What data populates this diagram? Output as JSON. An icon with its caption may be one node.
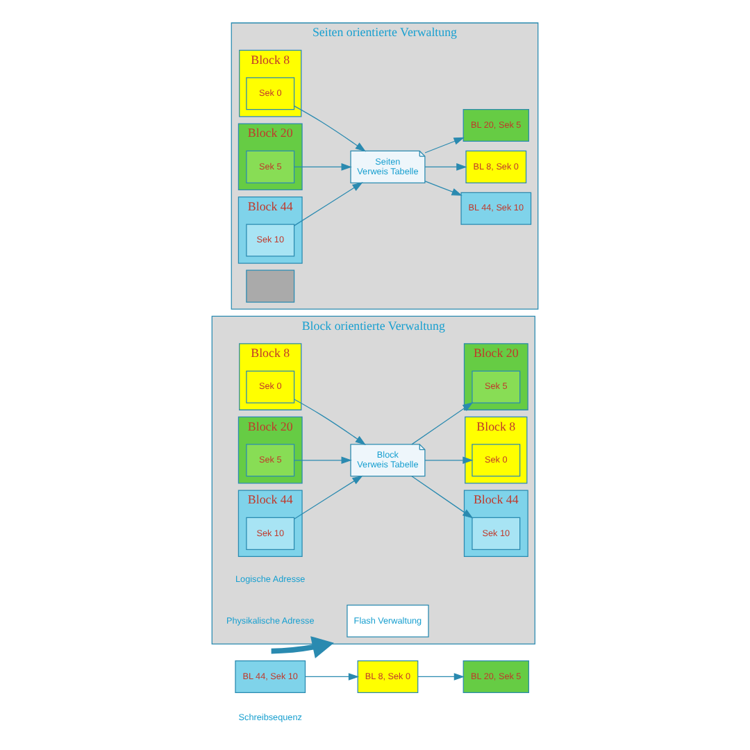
{
  "diagram": {
    "nodes": [
      {
        "text": [
          "BL 44, Sek 10"
        ]
      },
      {
        "text": [
          "BL 8, Sek 0"
        ]
      },
      {
        "text": [
          "BL 20, Sek 5"
        ]
      },
      {
        "text": [
          "Block orientierte Verwaltung"
        ]
      },
      {
        "text": [
          "Flash Verwaltung"
        ],
        "in": 3
      },
      {
        "text": [
          "Block 8"
        ],
        "in": 3
      },
      {
        "text": [
          "Sek 0"
        ],
        "in": 5
      },
      {
        "text": [
          "Block 20"
        ],
        "in": 3
      },
      {
        "text": [
          "Sek 5"
        ],
        "in": 7
      },
      {
        "text": [
          "Block 44"
        ],
        "in": 3
      },
      {
        "text": [
          "Sek 10"
        ],
        "in": 9
      },
      {
        "text": [
          "Block",
          "Verweis Tabelle"
        ],
        "in": 3
      },
      {
        "text": [
          "Block 44"
        ],
        "in": 3
      },
      {
        "text": [
          "Sek 10"
        ],
        "in": 12
      },
      {
        "text": [
          "Block 8"
        ],
        "in": 3
      },
      {
        "text": [
          "Sek 0"
        ],
        "in": 14
      },
      {
        "text": [
          "Block 20"
        ],
        "in": 3
      },
      {
        "text": [
          "Sek 5"
        ],
        "in": 16
      },
      {
        "text": [
          "Seiten orientierte Verwaltung"
        ]
      },
      {
        "text": [
          "Block 8"
        ],
        "in": 18
      },
      {
        "text": [
          "Sek 0"
        ],
        "in": 19
      },
      {
        "text": [
          "Block 20"
        ],
        "in": 18
      },
      {
        "text": [
          "Sek 5"
        ],
        "in": 21
      },
      {
        "text": [
          "Block 44"
        ],
        "in": 18
      },
      {
        "text": [
          "Sek 10"
        ],
        "in": 23
      },
      {
        "text": [
          "Seiten",
          "Verweis Tabelle"
        ],
        "in": 18
      },
      {
        "text": [
          "BL 44, Sek 10"
        ],
        "in": 18
      },
      {
        "text": [
          "BL 8, Sek 0"
        ],
        "in": 18
      },
      {
        "text": [
          "BL 20, Sek 5"
        ],
        "in": 18
      },
      {
        "text": [],
        "shape": "box",
        "in": 18
      }
    ],
    "edges": [
      {
        "from": 0,
        "to": 1,
        "arrow": "to"
      },
      {
        "from": 1,
        "to": 2,
        "arrow": "to"
      },
      {
        "from": null,
        "to": 3,
        "arrow": "to",
        "style": "thick"
      },
      {
        "from": 6,
        "to": 11,
        "arrow": "to"
      },
      {
        "from": 8,
        "to": 11,
        "arrow": "to"
      },
      {
        "from": 10,
        "to": 11,
        "arrow": "to"
      },
      {
        "from": 11,
        "to": 13,
        "arrow": "to"
      },
      {
        "from": 11,
        "to": 15,
        "arrow": "to"
      },
      {
        "from": 11,
        "to": 17,
        "arrow": "to"
      },
      {
        "from": 20,
        "to": 25,
        "arrow": "to"
      },
      {
        "from": 22,
        "to": 25,
        "arrow": "to"
      },
      {
        "from": 24,
        "to": 25,
        "arrow": "to"
      },
      {
        "from": 25,
        "to": 26,
        "arrow": "to"
      },
      {
        "from": 25,
        "to": 27,
        "arrow": "to"
      },
      {
        "from": 25,
        "to": 28,
        "arrow": "to"
      }
    ],
    "labels": [
      "Schreibsequenz",
      "Logische Adresse",
      "Physikalische Adresse"
    ]
  }
}
